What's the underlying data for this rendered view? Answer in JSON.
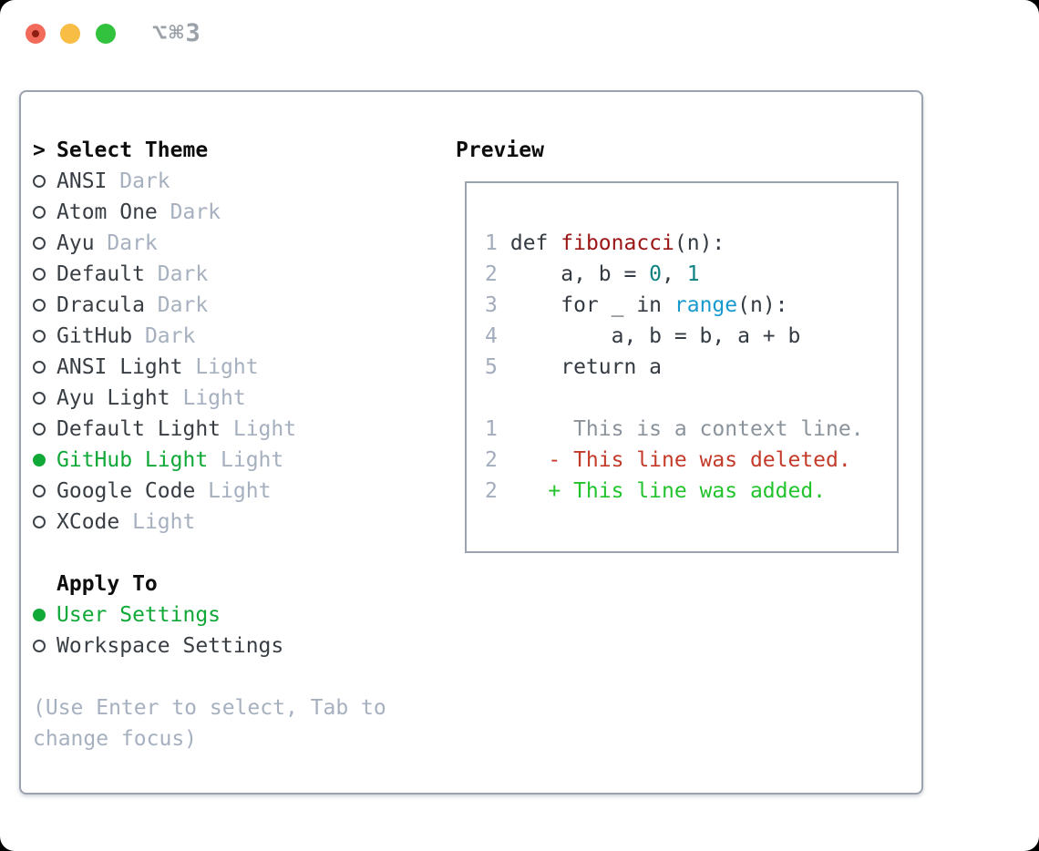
{
  "titlebar": {
    "title": "⌥⌘3",
    "buttons": [
      "close",
      "minimize",
      "zoom"
    ]
  },
  "theme_picker": {
    "marker": ">",
    "header": "Select Theme",
    "items": [
      {
        "name": "ANSI",
        "tag": "Dark",
        "selected": false
      },
      {
        "name": "Atom One",
        "tag": "Dark",
        "selected": false
      },
      {
        "name": "Ayu",
        "tag": "Dark",
        "selected": false
      },
      {
        "name": "Default",
        "tag": "Dark",
        "selected": false
      },
      {
        "name": "Dracula",
        "tag": "Dark",
        "selected": false
      },
      {
        "name": "GitHub",
        "tag": "Dark",
        "selected": false
      },
      {
        "name": "ANSI Light",
        "tag": "Light",
        "selected": false
      },
      {
        "name": "Ayu Light",
        "tag": "Light",
        "selected": false
      },
      {
        "name": "Default Light",
        "tag": "Light",
        "selected": false
      },
      {
        "name": "GitHub Light",
        "tag": "Light",
        "selected": true
      },
      {
        "name": "Google Code",
        "tag": "Light",
        "selected": false
      },
      {
        "name": "XCode",
        "tag": "Light",
        "selected": false
      }
    ]
  },
  "apply_to": {
    "header": "Apply To",
    "options": [
      {
        "name": "User Settings",
        "selected": true
      },
      {
        "name": "Workspace Settings",
        "selected": false
      }
    ]
  },
  "hint": "(Use Enter to select, Tab to change focus)",
  "preview": {
    "header": "Preview",
    "code_lines": [
      {
        "num": "1",
        "segments": [
          {
            "text": " def ",
            "color": "code"
          },
          {
            "text": "fibonacci",
            "color": "function"
          },
          {
            "text": "(n):",
            "color": "code"
          }
        ]
      },
      {
        "num": "2",
        "segments": [
          {
            "text": "     a, b = ",
            "color": "code"
          },
          {
            "text": "0",
            "color": "number"
          },
          {
            "text": ", ",
            "color": "code"
          },
          {
            "text": "1",
            "color": "number"
          }
        ]
      },
      {
        "num": "3",
        "segments": [
          {
            "text": "     for _ in ",
            "color": "code"
          },
          {
            "text": "range",
            "color": "builtin"
          },
          {
            "text": "(n):",
            "color": "code"
          }
        ]
      },
      {
        "num": "4",
        "segments": [
          {
            "text": "         a, b = b, a + b",
            "color": "code"
          }
        ]
      },
      {
        "num": "5",
        "segments": [
          {
            "text": "     return a",
            "color": "code"
          }
        ]
      }
    ],
    "diff_lines": [
      {
        "num": "1",
        "segments": [
          {
            "text": "      This is a context line.",
            "color": "context"
          }
        ]
      },
      {
        "num": "2",
        "segments": [
          {
            "text": "    - This line was deleted.",
            "color": "deleted"
          }
        ]
      },
      {
        "num": "2",
        "segments": [
          {
            "text": "    + This line was added.",
            "color": "added"
          }
        ]
      }
    ]
  },
  "colors": {
    "accent_green": "#10a837",
    "added_green": "#23c32e",
    "deleted_red": "#c43a28",
    "function_red": "#9a1414",
    "number_teal": "#0e8181",
    "builtin_blue": "#1799cf",
    "code_text": "#333a41",
    "item_text": "#383e44",
    "muted": "#a6b0bf",
    "line_number": "#a2acbc",
    "context_gray": "#8a939c",
    "border": "#9aa3af",
    "traffic_red": "#f26b5a",
    "traffic_yellow": "#f7bd45",
    "traffic_green": "#32c23d"
  }
}
